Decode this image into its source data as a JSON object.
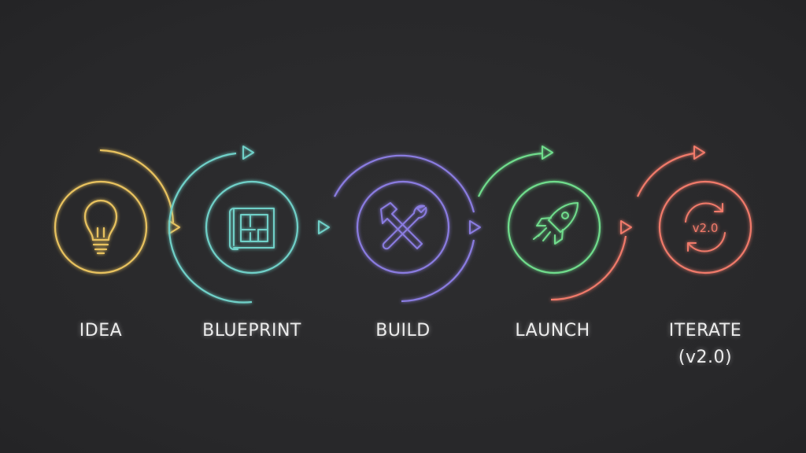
{
  "steps": [
    {
      "id": "idea",
      "label_lines": [
        "IDEA"
      ],
      "icon": "lightbulb-icon",
      "color": "#e8c25e"
    },
    {
      "id": "blueprint",
      "label_lines": [
        "BLUEPRINT"
      ],
      "icon": "blueprint-icon",
      "color": "#6fd0c8"
    },
    {
      "id": "build",
      "label_lines": [
        "BUILD"
      ],
      "icon": "hammer-wrench-icon",
      "color": "#8a7be0"
    },
    {
      "id": "launch",
      "label_lines": [
        "LAUNCH"
      ],
      "icon": "rocket-icon",
      "color": "#6fdc8c"
    },
    {
      "id": "iterate",
      "label_lines": [
        "ITERATE",
        "(v2.0)"
      ],
      "icon": "refresh-v2-icon",
      "color": "#f07a6a",
      "icon_text": "v2.0"
    }
  ],
  "background": "#2a2a2c",
  "text_color": "#ececec"
}
